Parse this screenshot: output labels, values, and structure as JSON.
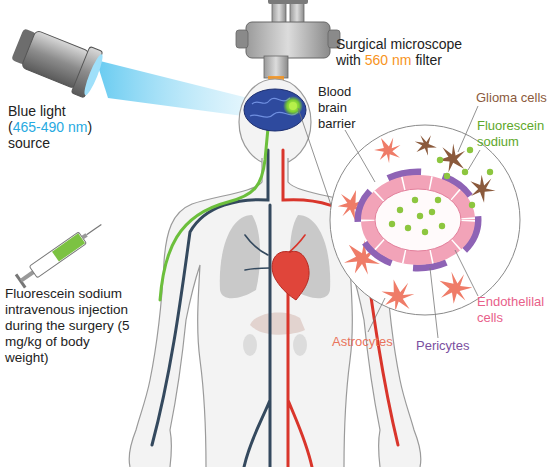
{
  "diagram": {
    "labels": [
      "Blue light (465-490 nm) source",
      "Surgical microscope with 560 nm filter",
      "Blood brain barrier",
      "Glioma cells",
      "Fluorescein sodium",
      "Endothelilal cells",
      "Pericytes",
      "Astrocytes",
      "Fluorescein sodium intravenous injection during the surgery (5 mg/kg of body weight)"
    ]
  }
}
